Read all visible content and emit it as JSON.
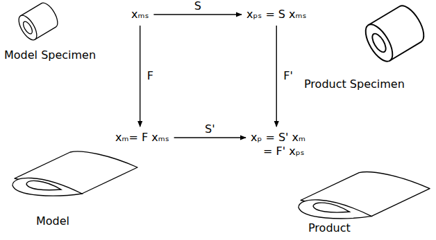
{
  "diagram": {
    "nodes": [
      {
        "text": [
          "xₘₛ"
        ]
      },
      {
        "text": [
          "xₚₛ = S xₘₛ"
        ]
      },
      {
        "text": [
          "xₘ= F xₘₛ"
        ]
      },
      {
        "text": [
          "xₚ = S' xₘ = F' xₚₛ"
        ]
      }
    ],
    "edges": [
      {
        "from": 0,
        "to": 1,
        "label": "S",
        "arrow": "to"
      },
      {
        "from": 0,
        "to": 2,
        "label": "F",
        "arrow": "to"
      },
      {
        "from": 1,
        "to": 3,
        "label": "F'",
        "arrow": "to"
      },
      {
        "from": 2,
        "to": 3,
        "label": "S'",
        "arrow": "to"
      }
    ],
    "labels": [
      "Model Specimen",
      "Product Specimen",
      "Model",
      "Product"
    ]
  }
}
